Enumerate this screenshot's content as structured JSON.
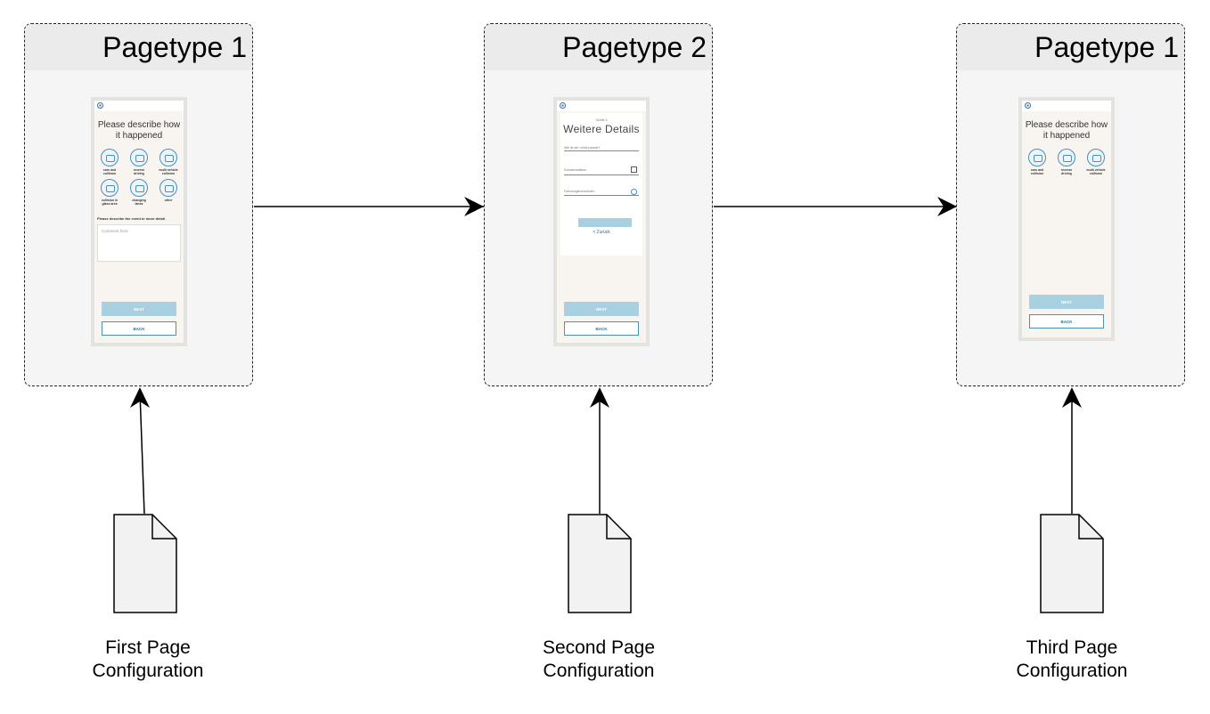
{
  "pages": [
    {
      "title": "Pagetype 1",
      "screen": {
        "heading": "Please describe how\nit happened",
        "icons": [
          {
            "name": "car-icon",
            "label": "cars and\ncollision"
          },
          {
            "name": "road-icon",
            "label": "reverse\ndriving"
          },
          {
            "name": "multi-vehicle-icon",
            "label": "multi vehicle\ncollision"
          },
          {
            "name": "glass-icon",
            "label": "collision in\nglass area"
          },
          {
            "name": "lane-change-icon",
            "label": "changing\nlanes"
          },
          {
            "name": "other-icon",
            "label": "other"
          }
        ],
        "detail_label": "Please describe the event in more detail",
        "comment_placeholder": "Comment here",
        "next": "NEXT",
        "back": "BACK"
      }
    },
    {
      "title": "Pagetype 2",
      "screen": {
        "small": "Schritt 3",
        "big": "Weitere Details",
        "field1": "Wie ist der Unfall passiert",
        "field2": "Schadensdatum",
        "field3": "Fahrzeugkennzeichen",
        "link": "< Zurück",
        "next": "NEXT",
        "back": "BACK"
      }
    },
    {
      "title": "Pagetype 1",
      "screen": {
        "heading": "Please describe how\nit happened",
        "icons": [
          {
            "name": "car-icon",
            "label": "cars and\ncollision"
          },
          {
            "name": "road-icon",
            "label": "reverse\ndriving"
          },
          {
            "name": "multi-vehicle-icon",
            "label": "multi vehicle\ncollision"
          }
        ],
        "next": "NEXT",
        "back": "BACK"
      }
    }
  ],
  "documents": [
    {
      "label": "First Page\nConfiguration"
    },
    {
      "label": "Second Page\nConfiguration"
    },
    {
      "label": "Third Page\nConfiguration"
    }
  ]
}
